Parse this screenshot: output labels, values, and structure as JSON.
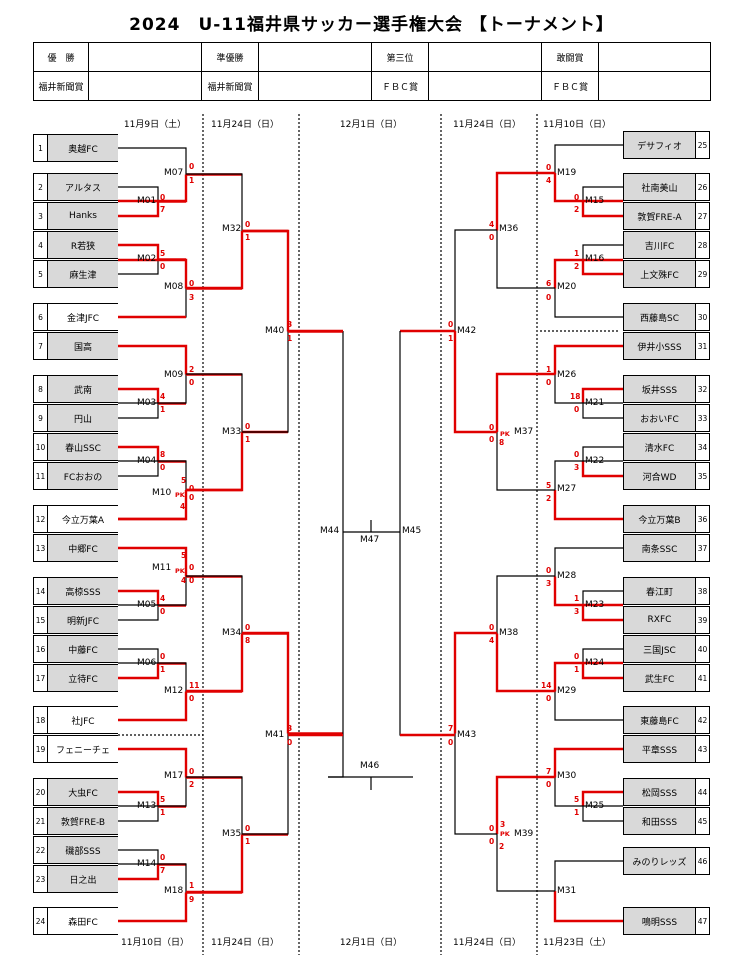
{
  "title": "2024　U-11福井県サッカー選手権大会 【トーナメント】",
  "awards": {
    "row1": [
      "優　勝",
      "",
      "準優勝",
      "",
      "第三位",
      "",
      "敢闘賞",
      ""
    ],
    "row2": [
      "福井新聞賞",
      "",
      "福井新聞賞",
      "",
      "ＦＢＣ賞",
      "",
      "ＦＢＣ賞",
      ""
    ]
  },
  "dates_top": [
    "11月9日（土）",
    "11月24日（日）",
    "12月1日（日）",
    "11月24日（日）",
    "11月10日（日）"
  ],
  "dates_bottom": [
    "11月10日（日）",
    "11月24日（日）",
    "12月1日（日）",
    "11月24日（日）",
    "11月23日（土）"
  ],
  "teams_left": [
    {
      "num": "1",
      "name": "奥越FC"
    },
    {
      "num": "2",
      "name": "アルタス"
    },
    {
      "num": "3",
      "name": "Hanks"
    },
    {
      "num": "4",
      "name": "R若狭"
    },
    {
      "num": "5",
      "name": "麻生津"
    },
    {
      "num": "6",
      "name": "金津JFC"
    },
    {
      "num": "7",
      "name": "国高"
    },
    {
      "num": "8",
      "name": "武南"
    },
    {
      "num": "9",
      "name": "円山"
    },
    {
      "num": "10",
      "name": "春山SSC"
    },
    {
      "num": "11",
      "name": "FCおおの"
    },
    {
      "num": "12",
      "name": "今立万葉A"
    },
    {
      "num": "13",
      "name": "中郷FC"
    },
    {
      "num": "14",
      "name": "高椋SSS"
    },
    {
      "num": "15",
      "name": "明新JFC"
    },
    {
      "num": "16",
      "name": "中藤FC"
    },
    {
      "num": "17",
      "name": "立待FC"
    },
    {
      "num": "18",
      "name": "社JFC"
    },
    {
      "num": "19",
      "name": "フェニーチェ"
    },
    {
      "num": "20",
      "name": "大虫FC"
    },
    {
      "num": "21",
      "name": "敦賀FRE-B"
    },
    {
      "num": "22",
      "name": "磯部SSS"
    },
    {
      "num": "23",
      "name": "日之出"
    },
    {
      "num": "24",
      "name": "森田FC"
    }
  ],
  "teams_right": [
    {
      "num": "25",
      "name": "デサフィオ"
    },
    {
      "num": "26",
      "name": "社南美山"
    },
    {
      "num": "27",
      "name": "敦賀FRE-A"
    },
    {
      "num": "28",
      "name": "吉川FC"
    },
    {
      "num": "29",
      "name": "上文殊FC"
    },
    {
      "num": "30",
      "name": "西藤島SC"
    },
    {
      "num": "31",
      "name": "伊井小SSS"
    },
    {
      "num": "32",
      "name": "坂井SSS"
    },
    {
      "num": "33",
      "name": "おおいFC"
    },
    {
      "num": "34",
      "name": "清水FC"
    },
    {
      "num": "35",
      "name": "河合WD"
    },
    {
      "num": "36",
      "name": "今立万葉B"
    },
    {
      "num": "37",
      "name": "南条SSC"
    },
    {
      "num": "38",
      "name": "春江町"
    },
    {
      "num": "39",
      "name": "RXFC"
    },
    {
      "num": "40",
      "name": "三国JSC"
    },
    {
      "num": "41",
      "name": "武生FC"
    },
    {
      "num": "42",
      "name": "東藤島FC"
    },
    {
      "num": "43",
      "name": "平章SSS"
    },
    {
      "num": "44",
      "name": "松岡SSS"
    },
    {
      "num": "45",
      "name": "和田SSS"
    },
    {
      "num": "46",
      "name": "みのりレッズ"
    },
    {
      "num": "47",
      "name": "鳴明SSS"
    }
  ],
  "matches": {
    "M01": "M01",
    "M02": "M02",
    "M03": "M03",
    "M04": "M04",
    "M05": "M05",
    "M06": "M06",
    "M07": "M07",
    "M08": "M08",
    "M09": "M09",
    "M10": "M10",
    "M11": "M11",
    "M12": "M12",
    "M13": "M13",
    "M14": "M14",
    "M15": "M15",
    "M16": "M16",
    "M17": "M17",
    "M18": "M18",
    "M19": "M19",
    "M20": "M20",
    "M21": "M21",
    "M22": "M22",
    "M23": "M23",
    "M24": "M24",
    "M25": "M25",
    "M26": "M26",
    "M27": "M27",
    "M28": "M28",
    "M29": "M29",
    "M30": "M30",
    "M31": "M31",
    "M32": "M32",
    "M33": "M33",
    "M34": "M34",
    "M35": "M35",
    "M36": "M36",
    "M37": "M37",
    "M38": "M38",
    "M39": "M39",
    "M40": "M40",
    "M41": "M41",
    "M42": "M42",
    "M43": "M43",
    "M44": "M44",
    "M45": "M45",
    "M46": "M46",
    "M47": "M47"
  },
  "pk_label": "PK",
  "scores": {
    "M01": [
      "0",
      "7"
    ],
    "M02": [
      "5",
      "0"
    ],
    "M03": [
      "4",
      "1"
    ],
    "M04": [
      "8",
      "0"
    ],
    "M05": [
      "4",
      "0"
    ],
    "M06": [
      "0",
      "1"
    ],
    "M07": [
      "0",
      "1"
    ],
    "M08": [
      "0",
      "3"
    ],
    "M09": [
      "2",
      "0"
    ],
    "M10": [
      "5",
      "0",
      "0",
      "4"
    ],
    "M11": [
      "5",
      "0",
      "4",
      "0"
    ],
    "M12": [
      "11",
      "0"
    ],
    "M13": [
      "5",
      "1"
    ],
    "M14": [
      "0",
      "7"
    ],
    "M17": [
      "0",
      "2"
    ],
    "M18": [
      "1",
      "9"
    ],
    "M32": [
      "0",
      "1"
    ],
    "M33": [
      "0",
      "1"
    ],
    "M34": [
      "0",
      "8"
    ],
    "M35": [
      "0",
      "1"
    ],
    "M40": [
      "3",
      "1"
    ],
    "M41": [
      "3",
      "0"
    ],
    "M19": [
      "0",
      "4"
    ],
    "M15": [
      "0",
      "2"
    ],
    "M16": [
      "1",
      "2"
    ],
    "M20": [
      "6",
      "0"
    ],
    "M26": [
      "1",
      "0"
    ],
    "M21": [
      "18",
      "0"
    ],
    "M22": [
      "0",
      "3"
    ],
    "M27": [
      "5",
      "2"
    ],
    "M28": [
      "0",
      "3"
    ],
    "M23": [
      "1",
      "3"
    ],
    "M24": [
      "0",
      "1"
    ],
    "M29": [
      "14",
      "0"
    ],
    "M30": [
      "7",
      "0"
    ],
    "M25": [
      "5",
      "1"
    ],
    "M36": [
      "4",
      "0"
    ],
    "M37": [
      "0",
      "0",
      "8"
    ],
    "M38": [
      "0",
      "4"
    ],
    "M39": [
      "0",
      "0",
      "2",
      "3"
    ],
    "M42": [
      "0",
      "1"
    ],
    "M43": [
      "7",
      "0"
    ]
  },
  "colors": {
    "winner_line": "#e00000",
    "line": "#000000",
    "team_bg": "#d9d9d9"
  }
}
